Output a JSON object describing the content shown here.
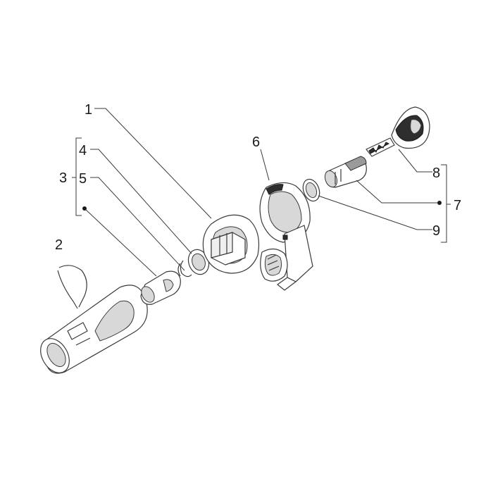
{
  "callouts": {
    "c1": "1",
    "c2": "2",
    "c3": "3",
    "c4": "4",
    "c5": "5",
    "c6": "6",
    "c7": "7",
    "c8": "8",
    "c9": "9"
  },
  "colors": {
    "line": "#3a3a3a",
    "dark": "#2e2e2e",
    "shade": "#9a9a9a",
    "light": "#d8d8d8",
    "text": "#1a1a1a"
  }
}
